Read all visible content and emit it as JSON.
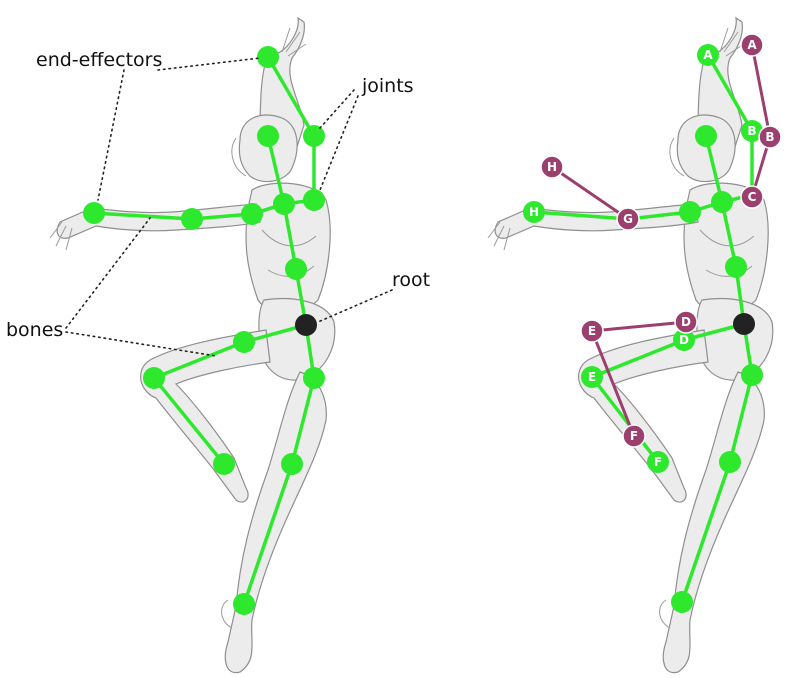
{
  "labels": {
    "end_effectors": "end-effectors",
    "joints": "joints",
    "root": "root",
    "bones": "bones"
  },
  "colors": {
    "joint_green": "#2ee82e",
    "bone_green": "#2ee82e",
    "root_black": "#222222",
    "target_purple": "#9b3f6e",
    "badge_text": "#ffffff"
  },
  "ik_markers": {
    "green": [
      "A",
      "B",
      "D",
      "E",
      "F",
      "H"
    ],
    "purple": [
      "A",
      "B",
      "C",
      "D",
      "E",
      "F",
      "G",
      "H"
    ]
  }
}
